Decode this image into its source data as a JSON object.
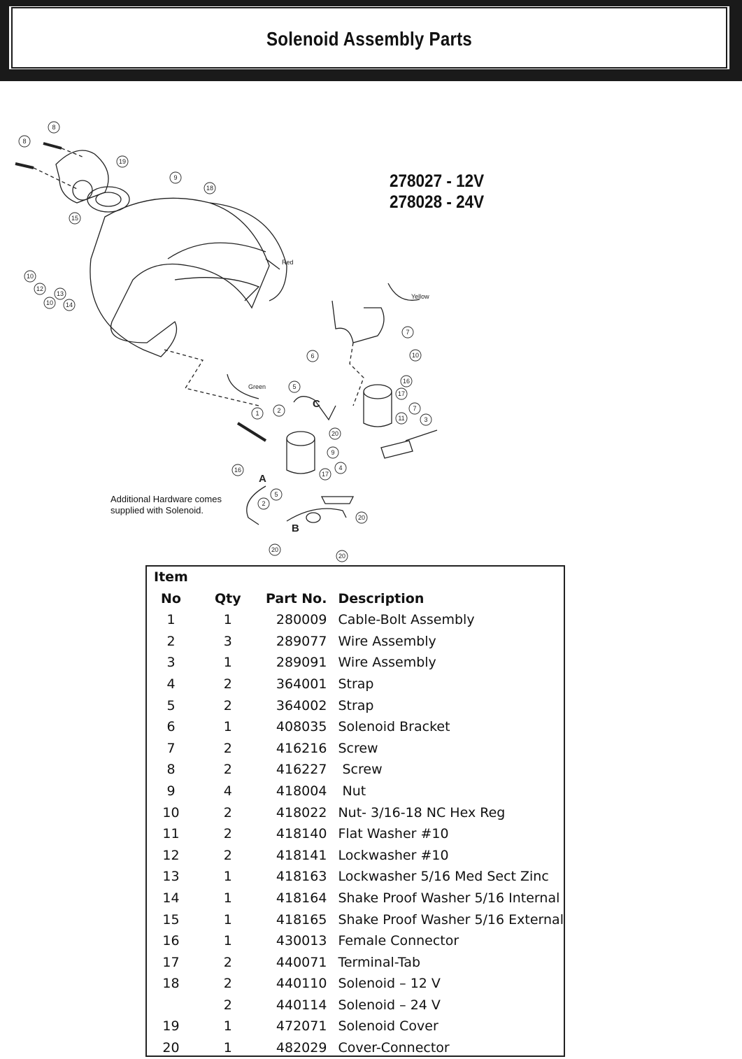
{
  "header": {
    "title": "Solenoid Assembly Parts"
  },
  "models": [
    "278027 - 12V",
    "278028 - 24V"
  ],
  "note": [
    "Additional Hardware comes",
    "supplied with Solenoid."
  ],
  "diagram": {
    "callouts": [
      "8",
      "8",
      "19",
      "9",
      "18",
      "15",
      "10",
      "12",
      "13",
      "10",
      "14",
      "7",
      "10",
      "6",
      "16",
      "5",
      "17",
      "7",
      "2",
      "11",
      "3",
      "1",
      "20",
      "9",
      "4",
      "16",
      "17",
      "5",
      "2",
      "20",
      "20",
      "20"
    ],
    "wire_labels": {
      "red": "Red",
      "yellow": "Yellow",
      "green": "Green"
    },
    "letters": {
      "a": "A",
      "b": "B",
      "c": "C"
    }
  },
  "table": {
    "header_top": "Item",
    "headers": {
      "no": "No",
      "qty": "Qty",
      "part": "Part No.",
      "desc": "Description"
    },
    "rows": [
      {
        "no": "1",
        "qty": "1",
        "part": "280009",
        "desc": "Cable-Bolt Assembly"
      },
      {
        "no": "2",
        "qty": "3",
        "part": "289077",
        "desc": "Wire Assembly"
      },
      {
        "no": "3",
        "qty": "1",
        "part": "289091",
        "desc": "Wire Assembly"
      },
      {
        "no": "4",
        "qty": "2",
        "part": "364001",
        "desc": "Strap"
      },
      {
        "no": "5",
        "qty": "2",
        "part": "364002",
        "desc": "Strap"
      },
      {
        "no": "6",
        "qty": "1",
        "part": "408035",
        "desc": "Solenoid Bracket"
      },
      {
        "no": "7",
        "qty": "2",
        "part": "416216",
        "desc": "Screw"
      },
      {
        "no": "8",
        "qty": "2",
        "part": "416227",
        "desc": " Screw"
      },
      {
        "no": "9",
        "qty": "4",
        "part": "418004",
        "desc": " Nut"
      },
      {
        "no": "10",
        "qty": "2",
        "part": "418022",
        "desc": "Nut- 3/16-18 NC Hex Reg"
      },
      {
        "no": "11",
        "qty": "2",
        "part": "418140",
        "desc": "Flat Washer #10"
      },
      {
        "no": "12",
        "qty": "2",
        "part": "418141",
        "desc": "Lockwasher #10"
      },
      {
        "no": "13",
        "qty": "1",
        "part": "418163",
        "desc": "Lockwasher 5/16 Med Sect Zinc"
      },
      {
        "no": "14",
        "qty": "1",
        "part": "418164",
        "desc": "Shake Proof Washer 5/16 Internal"
      },
      {
        "no": "15",
        "qty": "1",
        "part": "418165",
        "desc": "Shake Proof Washer 5/16 External"
      },
      {
        "no": "16",
        "qty": "1",
        "part": "430013",
        "desc": "Female Connector"
      },
      {
        "no": "17",
        "qty": "2",
        "part": "440071",
        "desc": "Terminal-Tab"
      },
      {
        "no": "18",
        "qty": "2",
        "part": "440110",
        "desc": "Solenoid – 12 V"
      },
      {
        "no": "",
        "qty": "2",
        "part": "440114",
        "desc": "Solenoid – 24 V"
      },
      {
        "no": "19",
        "qty": "1",
        "part": "472071",
        "desc": "Solenoid Cover"
      },
      {
        "no": "20",
        "qty": "1",
        "part": "482029",
        "desc": "Cover-Connector"
      }
    ]
  }
}
